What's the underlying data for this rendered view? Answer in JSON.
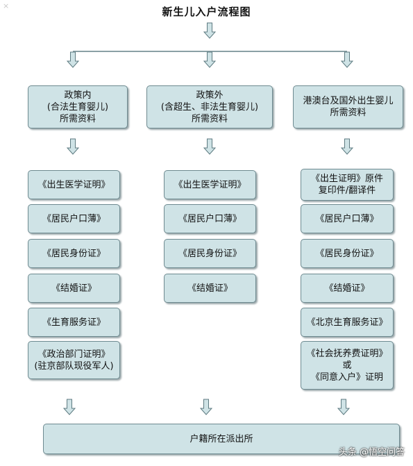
{
  "title": "新生儿入户流程图",
  "corner_mark": "×",
  "categories": [
    {
      "lines": [
        "政策内",
        "(合法生育婴儿)",
        "所需资料"
      ]
    },
    {
      "lines": [
        "政策外",
        "(含超生、非法生育婴儿)",
        "所需资料"
      ]
    },
    {
      "lines": [
        "港澳台及国外出生婴儿",
        "所需资料"
      ]
    }
  ],
  "col1": [
    {
      "lines": [
        "《出生医学证明》"
      ]
    },
    {
      "lines": [
        "《居民户口薄》"
      ]
    },
    {
      "lines": [
        "《居民身份证》"
      ]
    },
    {
      "lines": [
        "《结婚证》"
      ]
    },
    {
      "lines": [
        "《生育服务证》"
      ]
    },
    {
      "lines": [
        "《政治部门证明》",
        "(驻京部队现役军人)"
      ]
    }
  ],
  "col2": [
    {
      "lines": [
        "《出生医学证明》"
      ]
    },
    {
      "lines": [
        "《居民户口薄》"
      ]
    },
    {
      "lines": [
        "《居民身份证》"
      ]
    },
    {
      "lines": [
        "《结婚证》"
      ]
    }
  ],
  "col3": [
    {
      "lines": [
        "《出生证明》原件",
        "复印件/翻译件"
      ]
    },
    {
      "lines": [
        "《居民户口薄》"
      ]
    },
    {
      "lines": [
        "《居民身份证》"
      ]
    },
    {
      "lines": [
        "《结婚证》"
      ]
    },
    {
      "lines": [
        "《北京生育服务证》"
      ]
    },
    {
      "lines": [
        "《社会抚养费证明》",
        "或",
        "《同意入户》证明"
      ]
    }
  ],
  "final": {
    "lines": [
      "户籍所在派出所"
    ]
  },
  "watermark": "头条 @悟空问答"
}
